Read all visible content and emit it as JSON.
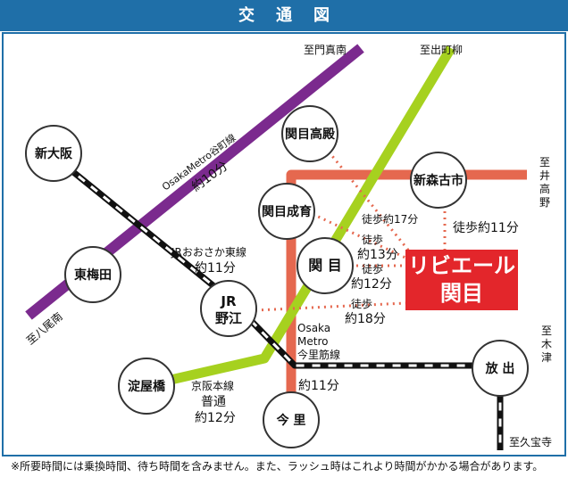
{
  "header": {
    "title": "交通図"
  },
  "destination": {
    "line1": "リビエール",
    "line2": "関目"
  },
  "stations": {
    "shin_osaka": "新大阪",
    "higashi_umeda": "東梅田",
    "sekime_takadono": "関目高殿",
    "sekime_seiiku": "関目成育",
    "sekime": "関 目",
    "shinmorifurucho": "新森古市",
    "jr_noe_1": "JR",
    "jr_noe_2": "野江",
    "yodoyabashi": "淀屋橋",
    "imazato": "今 里",
    "hanaten": "放 出"
  },
  "directions": {
    "kadoma_minami": "至門真南",
    "demachiyanagi": "至出町柳",
    "idetakano": [
      "至",
      "井",
      "高",
      "野"
    ],
    "kitsu": [
      "至",
      "木",
      "津"
    ],
    "yao_minami": "至八尾南",
    "kyuhoji": "至久宝寺"
  },
  "lines": {
    "tanimachi_name": "OsakaMetro谷町線",
    "tanimachi_time": "約10分",
    "jr_tozai_name": "JRおおさか東線",
    "jr_tozai_time": "約11分",
    "imazatosuji_1": "Osaka",
    "imazatosuji_2": "Metro",
    "imazatosuji_3": "今里筋線",
    "imazatosuji_time": "約11分",
    "keihan_1": "京阪本線",
    "keihan_2": "普通",
    "keihan_time": "約12分"
  },
  "walks": {
    "takadono": "徒歩約17分",
    "shinmori": "徒歩約11分",
    "seiiku_1": "徒歩",
    "seiiku_2": "約13分",
    "sekime_1": "徒歩",
    "sekime_2": "約12分",
    "noe_1": "徒歩",
    "noe_2": "約18分"
  },
  "footnote": "※所要時間には乗換時間、待ち時間を含みません。また、ラッシュ時はこれより時間がかかる場合があります。",
  "colors": {
    "header": "#1f6fa8",
    "tanimachi": "#7b2a8e",
    "keihan": "#a6d11f",
    "imazatosuji": "#e5684f",
    "destination": "#e3262b",
    "walk": "#e5684f"
  }
}
